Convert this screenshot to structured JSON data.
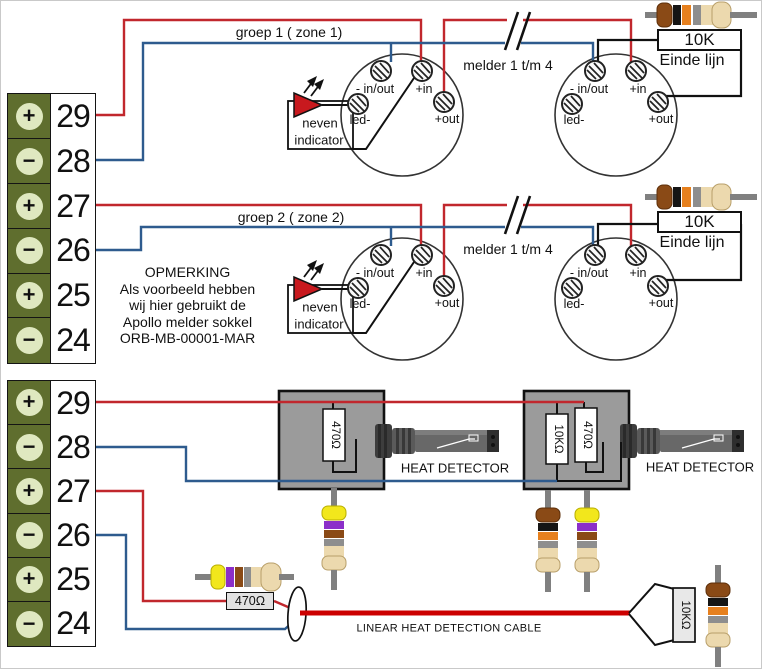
{
  "zone1": {
    "group_label": "groep 1 ( zone 1)",
    "melder_label": "melder 1 t/m 4",
    "eol_value": "10K",
    "eol_label": "Einde lijn"
  },
  "zone2": {
    "group_label": "groep 2 ( zone 2)",
    "melder_label": "melder 1 t/m 4",
    "eol_value": "10K",
    "eol_label": "Einde lijn"
  },
  "detector_base": {
    "in_out": "- in/out",
    "plus_in": "+in",
    "led_minus": "led-",
    "plus_out": "+out"
  },
  "indicator": {
    "line1": "neven",
    "line2": "indicator"
  },
  "note": {
    "title": "OPMERKING",
    "line1": "Als voorbeeld hebben",
    "line2": "wij hier gebruikt de",
    "line3": "Apollo melder sokkel",
    "line4": "ORB-MB-00001-MAR"
  },
  "terminal_block_top": {
    "rows": [
      {
        "sign": "+",
        "number": "29"
      },
      {
        "sign": "−",
        "number": "28"
      },
      {
        "sign": "+",
        "number": "27"
      },
      {
        "sign": "−",
        "number": "26"
      },
      {
        "sign": "+",
        "number": "25"
      },
      {
        "sign": "−",
        "number": "24"
      }
    ]
  },
  "terminal_block_bottom": {
    "rows": [
      {
        "sign": "+",
        "number": "29"
      },
      {
        "sign": "−",
        "number": "28"
      },
      {
        "sign": "+",
        "number": "27"
      },
      {
        "sign": "−",
        "number": "26"
      },
      {
        "sign": "+",
        "number": "25"
      },
      {
        "sign": "−",
        "number": "24"
      }
    ]
  },
  "heat": {
    "hd1_label": "HEAT DETECTOR",
    "hd1_resistor": "470Ω",
    "hd2_label": "HEAT DETECTOR",
    "hd2_resistor_left": "10KΩ",
    "hd2_resistor_right": "470Ω",
    "inline_resistor": "470Ω",
    "eol_resistor": "10KΩ",
    "cable_label": "LINEAR HEAT DETECTION CABLE"
  },
  "colors": {
    "positive_wire": "#c1272d",
    "negative_wire": "#2e5b8e",
    "eol_wire": "#111111",
    "terminal_green": "#5f6e2e",
    "terminal_sign_bg": "#dfe8c0",
    "cable": "#cc0000",
    "led_red": "#c8191e",
    "resistor_body": "#ecd9ae",
    "detector_box_gray": "#9b9b9b"
  }
}
